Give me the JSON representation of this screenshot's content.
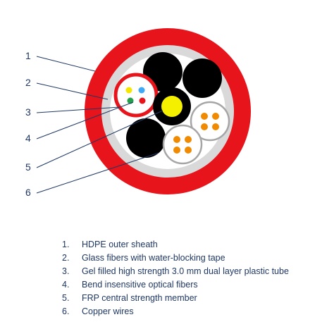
{
  "callouts": [
    "1",
    "2",
    "3",
    "4",
    "5",
    "6"
  ],
  "legend": [
    {
      "num": "1.",
      "text": "HDPE outer sheath"
    },
    {
      "num": "2.",
      "text": "Glass fibers with water-blocking tape"
    },
    {
      "num": "3.",
      "text": "Gel filled high strength 3.0 mm dual layer plastic tube"
    },
    {
      "num": "4.",
      "text": "Bend insensitive optical fibers"
    },
    {
      "num": "5.",
      "text": "FRP central strength member"
    },
    {
      "num": "6.",
      "text": "Copper wires"
    }
  ],
  "colors": {
    "outer_sheath": "#e8141b",
    "water_blocking_tape": "#d9d9d9",
    "inner_fill": "#ffffff",
    "filler_rods": "#000000",
    "loose_tube": "#ffffff",
    "loose_tube_border": "#e8141b",
    "fiber_yellow": "#f5e600",
    "fiber_blue": "#3fa9f5",
    "fiber_green": "#22a04a",
    "fiber_red": "#e8141b",
    "central_member": "#f5f000",
    "copper_wire": "#f08a00",
    "copper_pair_border": "#a6a6a6",
    "text": "#1f3864",
    "leader_line": "#1f3864"
  }
}
